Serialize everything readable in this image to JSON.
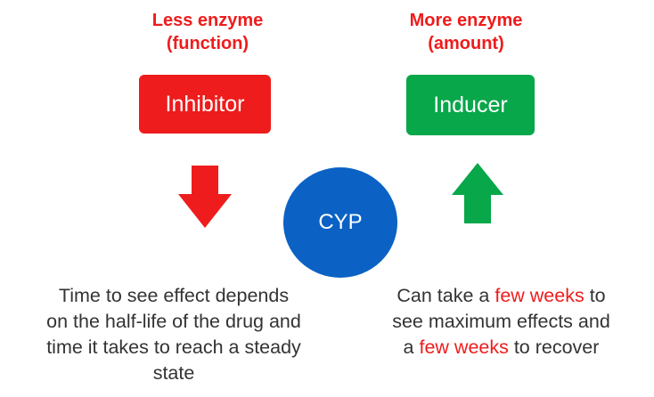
{
  "left": {
    "heading_line1": "Less enzyme",
    "heading_line2": "(function)",
    "box_label": "Inhibitor",
    "box_color": "#ee1c1c",
    "arrow_icon": "down-arrow",
    "arrow_color": "#ee1c1c",
    "description": {
      "line1": "Time to see effect depends",
      "line2": "on the half-life of the drug and",
      "line3": "time it takes to reach a steady",
      "line4": "state"
    }
  },
  "right": {
    "heading_line1": "More enzyme",
    "heading_line2": "(amount)",
    "box_label": "Inducer",
    "box_color": "#07a74a",
    "arrow_icon": "up-arrow",
    "arrow_color": "#07a74a",
    "description": {
      "line1_pre": "Can take a ",
      "line1_highlight": "few weeks",
      "line1_post": " to",
      "line2": "see maximum effects and",
      "line3_pre": "a ",
      "line3_highlight": "few weeks",
      "line3_post": " to recover"
    }
  },
  "center": {
    "label": "CYP",
    "color": "#0b62c4"
  },
  "highlight_color": "#ee1c1c",
  "text_color": "#333333"
}
